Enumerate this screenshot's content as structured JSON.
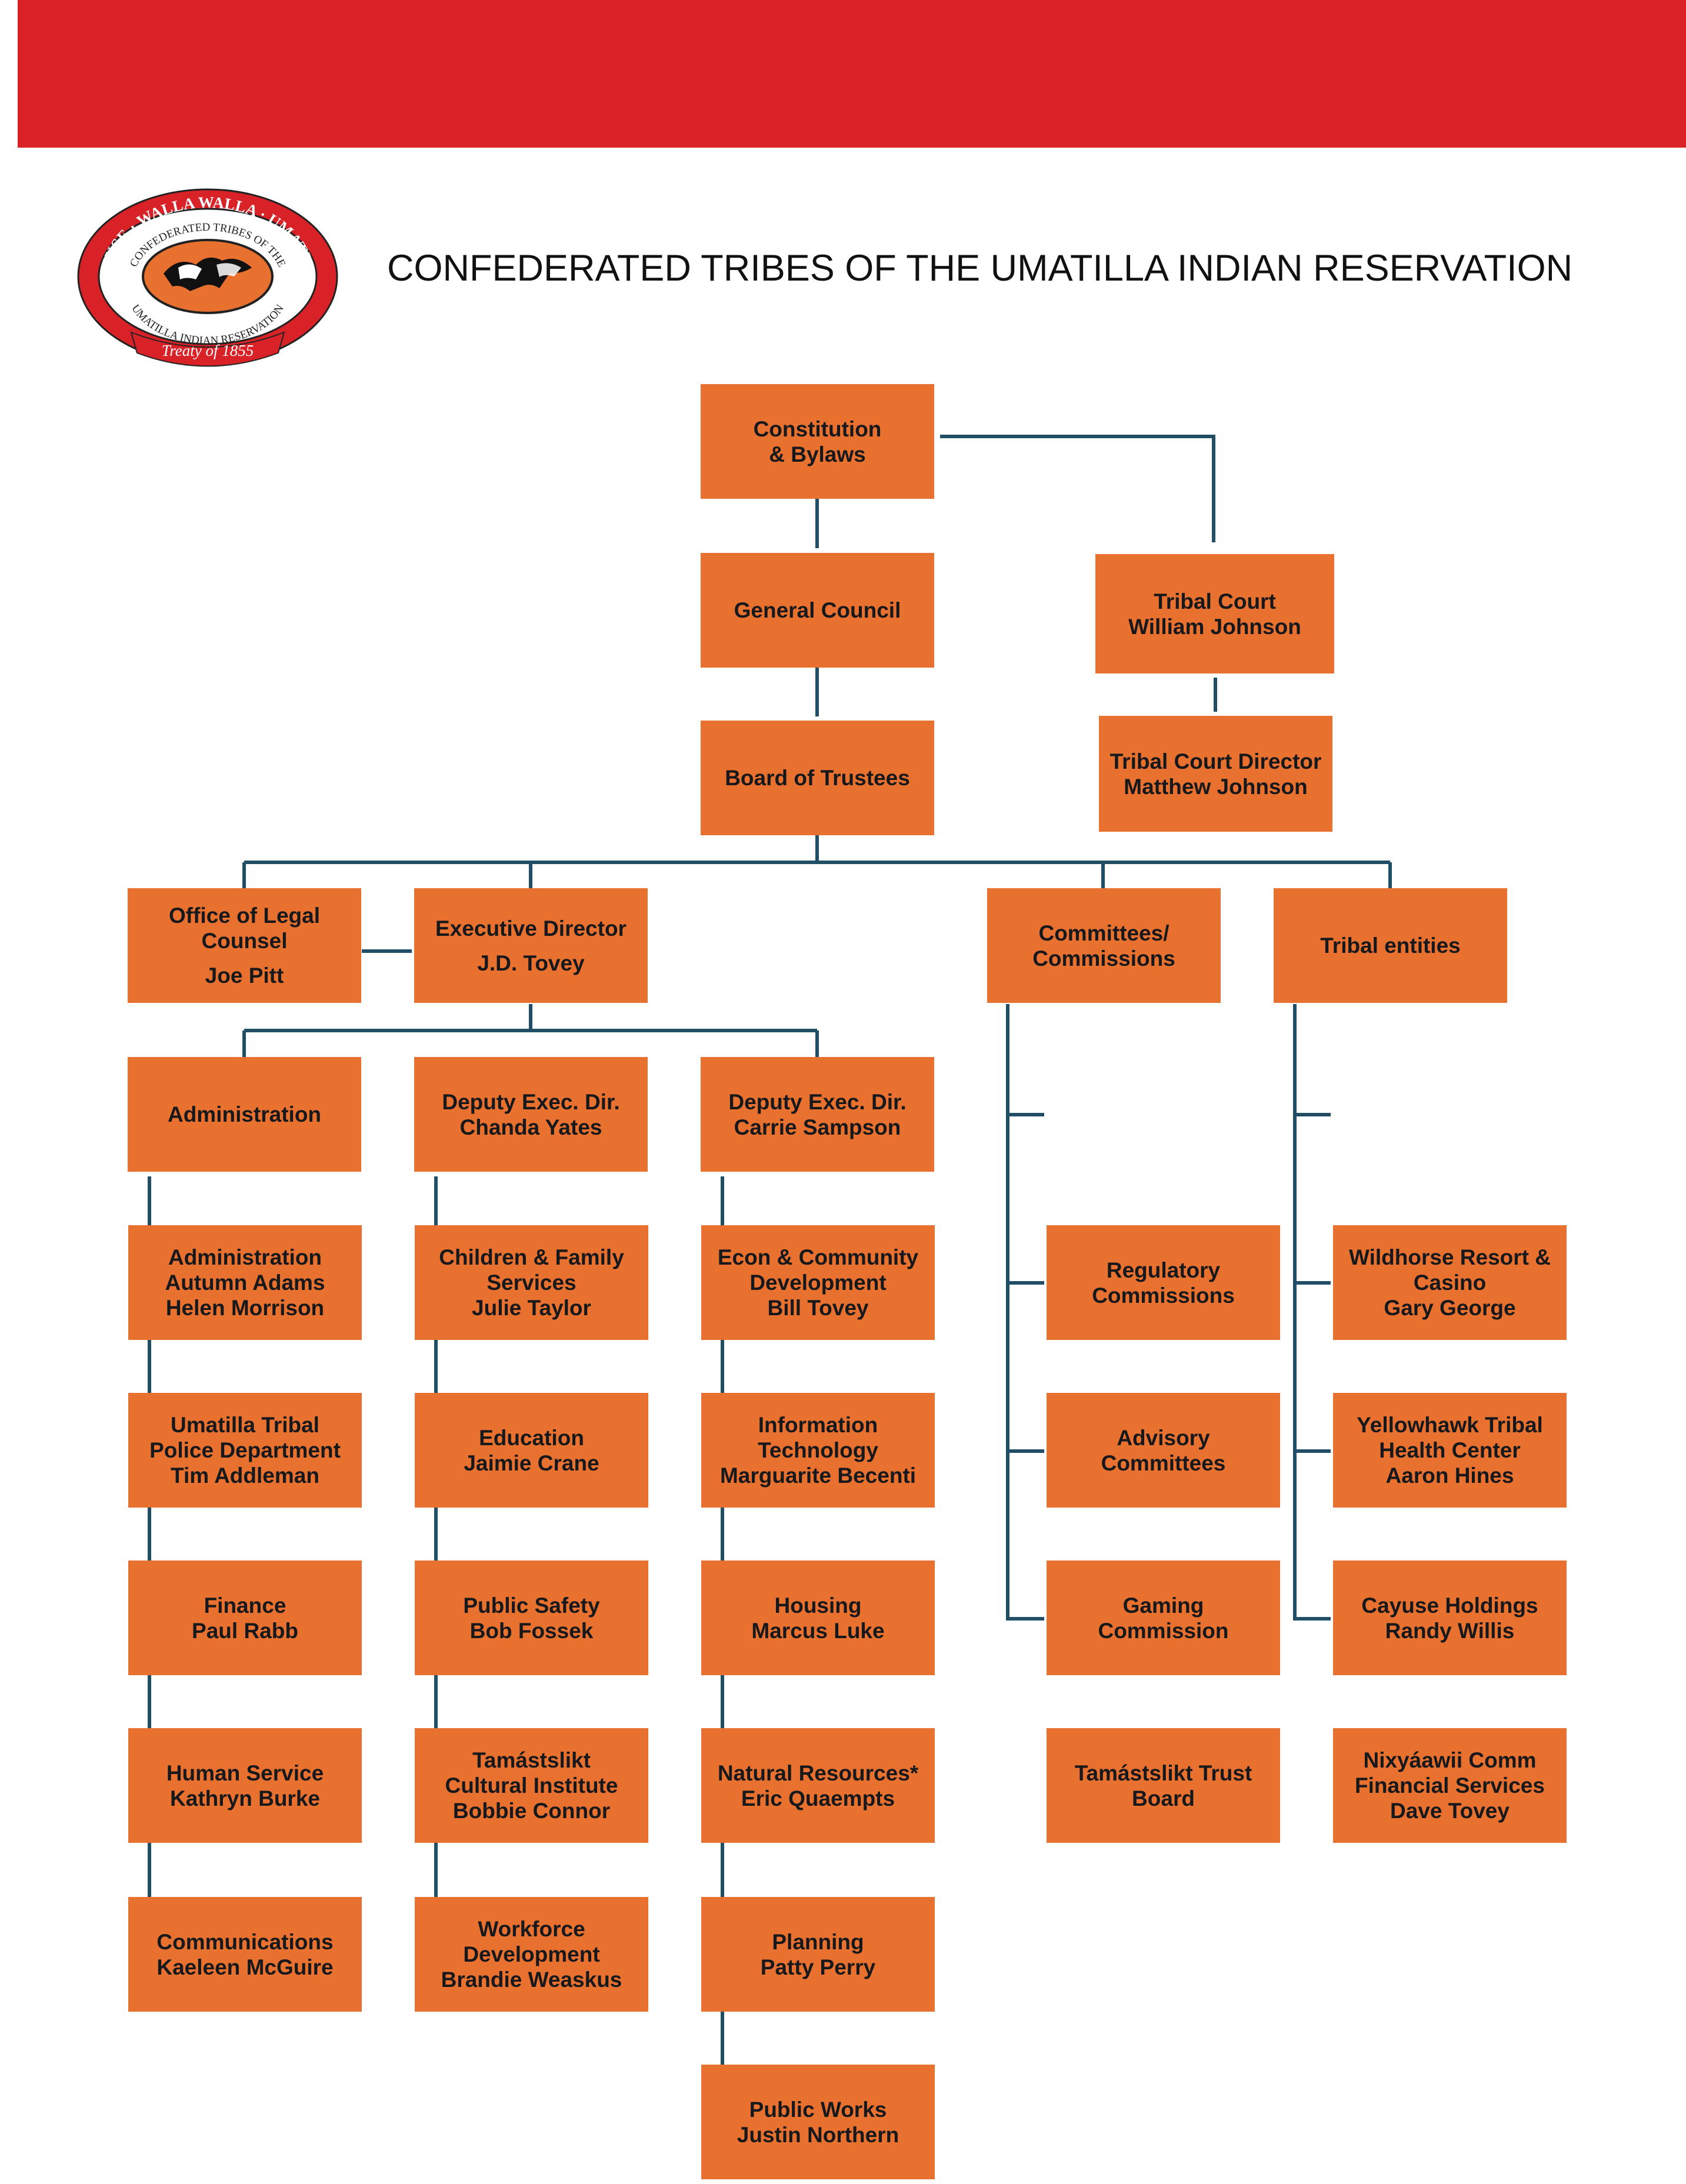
{
  "header": {
    "title": "CONFEDERATED TRIBES OF THE UMATILLA INDIAN RESERVATION",
    "seal": {
      "top_text": "CAYUSE · WALLA WALLA · UMATILLA",
      "inner_top_text": "CONFEDERATED TRIBES OF THE",
      "bottom_text": "UMATILLA INDIAN RESERVATION",
      "ribbon_text": "Treaty of 1855"
    }
  },
  "colors": {
    "banner": "#d92228",
    "box": "#e87130",
    "connector": "#1f4e66",
    "text": "#16181c"
  },
  "org": {
    "constitution": [
      "Constitution",
      "& Bylaws"
    ],
    "general_council": [
      "General Council"
    ],
    "board": [
      "Board of  Trustees"
    ],
    "tribal_court": [
      "Tribal Court",
      "William Johnson"
    ],
    "tribal_court_director": [
      "Tribal Court Director",
      "Matthew Johnson"
    ],
    "legal_counsel": [
      "Office of Legal",
      "Counsel",
      "Joe Pitt"
    ],
    "executive_director": [
      "Executive Director",
      "J.D. Tovey"
    ],
    "committees": [
      "Committees/",
      "Commissions"
    ],
    "tribal_entities": [
      "Tribal entities"
    ],
    "administration": [
      "Administration"
    ],
    "deputy_yates": [
      "Deputy Exec. Dir.",
      "Chanda Yates"
    ],
    "deputy_sampson": [
      "Deputy Exec. Dir.",
      "Carrie Sampson"
    ],
    "admin_children": [
      [
        "Administration",
        "Autumn Adams",
        "Helen Morrison"
      ],
      [
        "Umatilla Tribal",
        "Police Department",
        "Tim Addleman"
      ],
      [
        "Finance",
        "Paul Rabb"
      ],
      [
        "Human Service",
        "Kathryn Burke"
      ],
      [
        "Communications",
        "Kaeleen McGuire"
      ]
    ],
    "yates_children": [
      [
        "Children & Family",
        "Services",
        "Julie Taylor"
      ],
      [
        "Education",
        "Jaimie Crane"
      ],
      [
        "Public Safety",
        "Bob Fossek"
      ],
      [
        "Tamástslikt",
        "Cultural Institute",
        "Bobbie Connor"
      ],
      [
        "Workforce",
        "Development",
        "Brandie Weaskus"
      ]
    ],
    "sampson_children": [
      [
        "Econ & Community",
        "Development",
        "Bill Tovey"
      ],
      [
        "Information",
        "Technology",
        "Marguarite Becenti"
      ],
      [
        "Housing",
        "Marcus Luke"
      ],
      [
        "Natural Resources*",
        "Eric Quaempts"
      ],
      [
        "Planning",
        "Patty Perry"
      ],
      [
        "Public Works",
        "Justin Northern"
      ]
    ],
    "committee_children": [
      [
        "Regulatory",
        "Commissions"
      ],
      [
        "Advisory",
        "Committees"
      ],
      [
        "Gaming",
        "Commission"
      ],
      [
        "Tamástslikt Trust",
        "Board"
      ]
    ],
    "entity_children": [
      [
        "Wildhorse Resort &",
        "Casino",
        "Gary George"
      ],
      [
        "Yellowhawk Tribal",
        "Health Center",
        "Aaron Hines"
      ],
      [
        "Cayuse Holdings",
        "Randy Willis"
      ],
      [
        "Nixyáawii Comm",
        "Financial Services",
        "Dave Tovey"
      ]
    ]
  }
}
